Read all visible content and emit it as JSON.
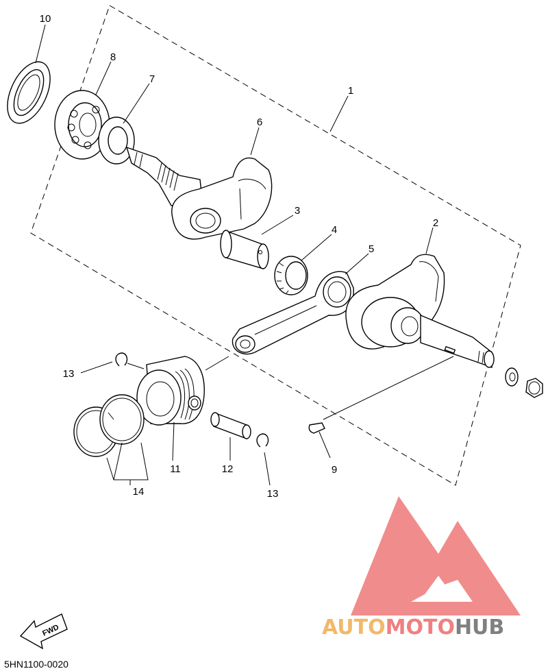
{
  "diagram": {
    "callouts": {
      "p1": "1",
      "p2": "2",
      "p3": "3",
      "p4": "4",
      "p5": "5",
      "p6": "6",
      "p7": "7",
      "p8": "8",
      "p9": "9",
      "p10": "10",
      "p11": "11",
      "p12": "12",
      "p13a": "13",
      "p13b": "13",
      "p14": "14"
    },
    "fwd_label": "FWD",
    "drawing_code": "5HN1100-0020"
  },
  "watermark": {
    "auto": "AUTO",
    "moto": "MOTO",
    "hub": "HUB",
    "colors": {
      "logo": "#f08080",
      "auto": "#f2b86a",
      "moto": "#f08080",
      "hub": "#808080"
    }
  },
  "colors": {
    "line": "#000000",
    "background": "#ffffff"
  }
}
